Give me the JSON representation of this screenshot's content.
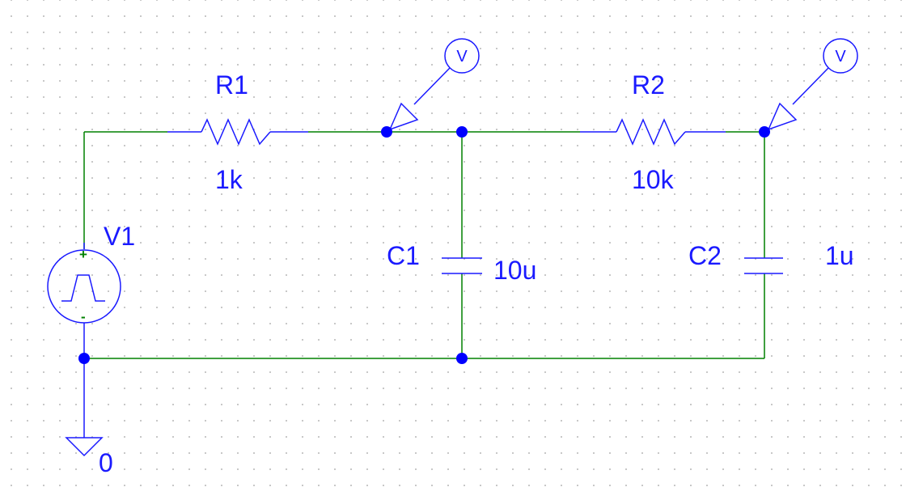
{
  "components": {
    "r1": {
      "ref": "R1",
      "value": "1k"
    },
    "r2": {
      "ref": "R2",
      "value": "10k"
    },
    "c1": {
      "ref": "C1",
      "value": "10u"
    },
    "c2": {
      "ref": "C2",
      "value": "1u"
    },
    "v1": {
      "ref": "V1",
      "plus": "+",
      "minus": "-"
    }
  },
  "ground": {
    "label": "0"
  },
  "probes": [
    {
      "label": "V"
    },
    {
      "label": "V"
    }
  ],
  "colors": {
    "wire": "#008000",
    "symbol": "#1a1aff",
    "junction": "#0000ff",
    "text": "#1a1aff",
    "grid_dot": "#b8b8b8"
  }
}
